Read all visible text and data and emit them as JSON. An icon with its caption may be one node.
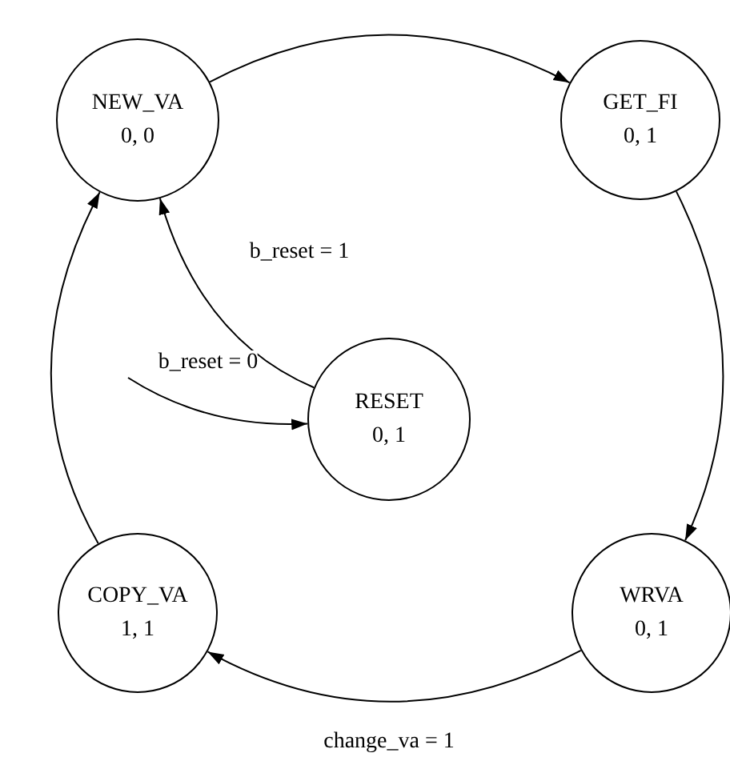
{
  "diagram": {
    "nodes": [
      {
        "text": [
          "NEW_VA",
          "0, 0"
        ]
      },
      {
        "text": [
          "GET_FI",
          "0, 1"
        ]
      },
      {
        "text": [
          "RESET",
          "0, 1"
        ]
      },
      {
        "text": [
          "COPY_VA",
          "1, 1"
        ]
      },
      {
        "text": [
          "WRVA",
          "0, 1"
        ]
      }
    ],
    "edges": [
      {
        "from": 0,
        "to": 1,
        "arrow": "to"
      },
      {
        "from": 1,
        "to": 4,
        "arrow": "to"
      },
      {
        "from": 4,
        "to": 3,
        "label": "change_va = 1",
        "arrow": "to"
      },
      {
        "from": 3,
        "to": 0,
        "arrow": "to"
      },
      {
        "from": 2,
        "to": 0,
        "label": "b_reset = 1",
        "arrow": "to"
      },
      {
        "from": null,
        "to": 2,
        "label": "b_reset = 0",
        "arrow": "to"
      }
    ]
  }
}
